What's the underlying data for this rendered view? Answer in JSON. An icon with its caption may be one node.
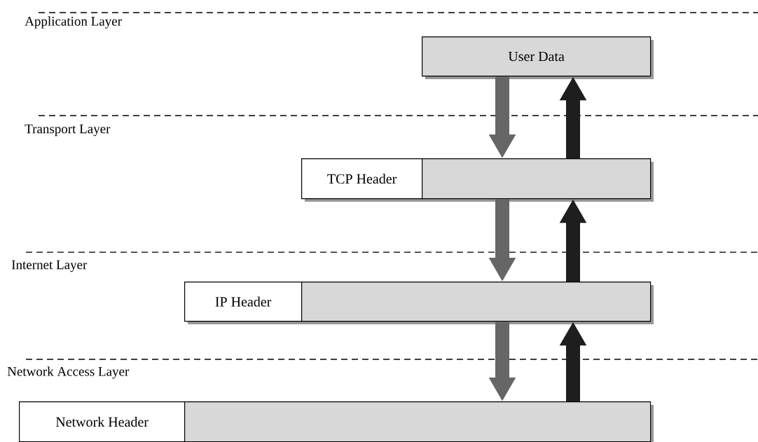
{
  "diagram": {
    "nodes": [
      {
        "text": [
          "User Data"
        ]
      },
      {
        "text": [
          "TCP Header"
        ]
      },
      {
        "text": [],
        "shape": "box"
      },
      {
        "text": [
          "IP Header"
        ]
      },
      {
        "text": [],
        "shape": "box"
      },
      {
        "text": [
          "Network Header"
        ]
      },
      {
        "text": [],
        "shape": "box"
      }
    ],
    "edges": [
      {
        "from": 0,
        "to": 2,
        "arrow": "to",
        "color": "#666666"
      },
      {
        "from": 2,
        "to": 0,
        "arrow": "to",
        "color": "#1e1e1e"
      },
      {
        "from": 2,
        "to": 4,
        "arrow": "to",
        "color": "#666666"
      },
      {
        "from": 4,
        "to": 2,
        "arrow": "to",
        "color": "#1e1e1e"
      },
      {
        "from": 4,
        "to": 6,
        "arrow": "to",
        "color": "#666666"
      },
      {
        "from": 6,
        "to": 4,
        "arrow": "to",
        "color": "#1e1e1e"
      }
    ],
    "labels": [
      "Application Layer",
      "Transport Layer",
      "Internet Layer",
      "Network Access Layer"
    ]
  }
}
